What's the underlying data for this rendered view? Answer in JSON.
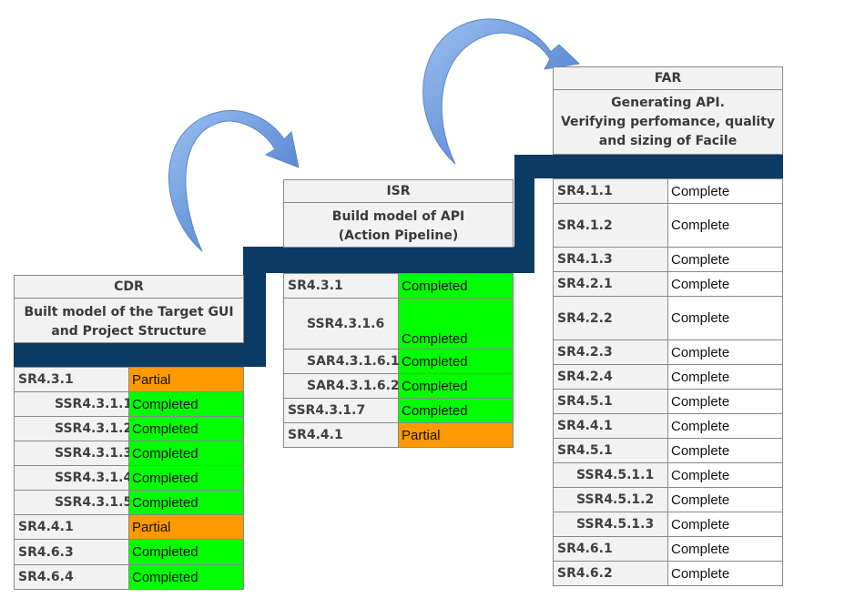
{
  "colors": {
    "band": "#0b3a64",
    "completed": "#00ff00",
    "partial": "#ff9900",
    "complete": "#ffffff",
    "header": "#f2f2f2",
    "arrow": "#4f86d8"
  },
  "icons": [
    "curved-arrow-icon",
    "curved-arrow-icon"
  ],
  "cdr": {
    "title": "CDR",
    "description": "Built model of the Target GUI\nand Project Structure",
    "rows": [
      {
        "id": "SR4.3.1",
        "status": "Partial"
      },
      {
        "id": "SSR4.3.1.1",
        "status": "Completed"
      },
      {
        "id": "SSR4.3.1.2",
        "status": "Completed"
      },
      {
        "id": "SSR4.3.1.3",
        "status": "Completed"
      },
      {
        "id": "SSR4.3.1.4",
        "status": "Completed"
      },
      {
        "id": "SSR4.3.1.5",
        "status": "Completed"
      },
      {
        "id": "SR4.4.1",
        "status": "Partial"
      },
      {
        "id": "SR4.6.3",
        "status": "Completed"
      },
      {
        "id": "SR4.6.4",
        "status": "Completed"
      }
    ]
  },
  "isr": {
    "title": "ISR",
    "description": "Build model of API\n(Action Pipeline)",
    "rows": [
      {
        "id": "SR4.3.1",
        "status": "Completed"
      },
      {
        "id": "SSR4.3.1.6",
        "status": "Completed"
      },
      {
        "id": "SAR4.3.1.6.1",
        "status": "Completed"
      },
      {
        "id": "SAR4.3.1.6.2",
        "status": "Completed"
      },
      {
        "id": "SSR4.3.1.7",
        "status": "Completed"
      },
      {
        "id": "SR4.4.1",
        "status": "Partial"
      }
    ]
  },
  "far": {
    "title": "FAR",
    "description": "Generating API.\nVerifying perfomance, quality\nand sizing of Facile",
    "rows": [
      {
        "id": "SR4.1.1",
        "status": "Complete"
      },
      {
        "id": "SR4.1.2",
        "status": "Complete"
      },
      {
        "id": "SR4.1.3",
        "status": "Complete"
      },
      {
        "id": "SR4.2.1",
        "status": "Complete"
      },
      {
        "id": "SR4.2.2",
        "status": "Complete"
      },
      {
        "id": "SR4.2.3",
        "status": "Complete"
      },
      {
        "id": "SR4.2.4",
        "status": "Complete"
      },
      {
        "id": "SR4.5.1",
        "status": "Complete"
      },
      {
        "id": "SR4.4.1",
        "status": "Complete"
      },
      {
        "id": "SR4.5.1",
        "status": "Complete"
      },
      {
        "id": "SSR4.5.1.1",
        "status": "Complete"
      },
      {
        "id": "SSR4.5.1.2",
        "status": "Complete"
      },
      {
        "id": "SSR4.5.1.3",
        "status": "Complete"
      },
      {
        "id": "SR4.6.1",
        "status": "Complete"
      },
      {
        "id": "SR4.6.2",
        "status": "Complete"
      }
    ]
  }
}
